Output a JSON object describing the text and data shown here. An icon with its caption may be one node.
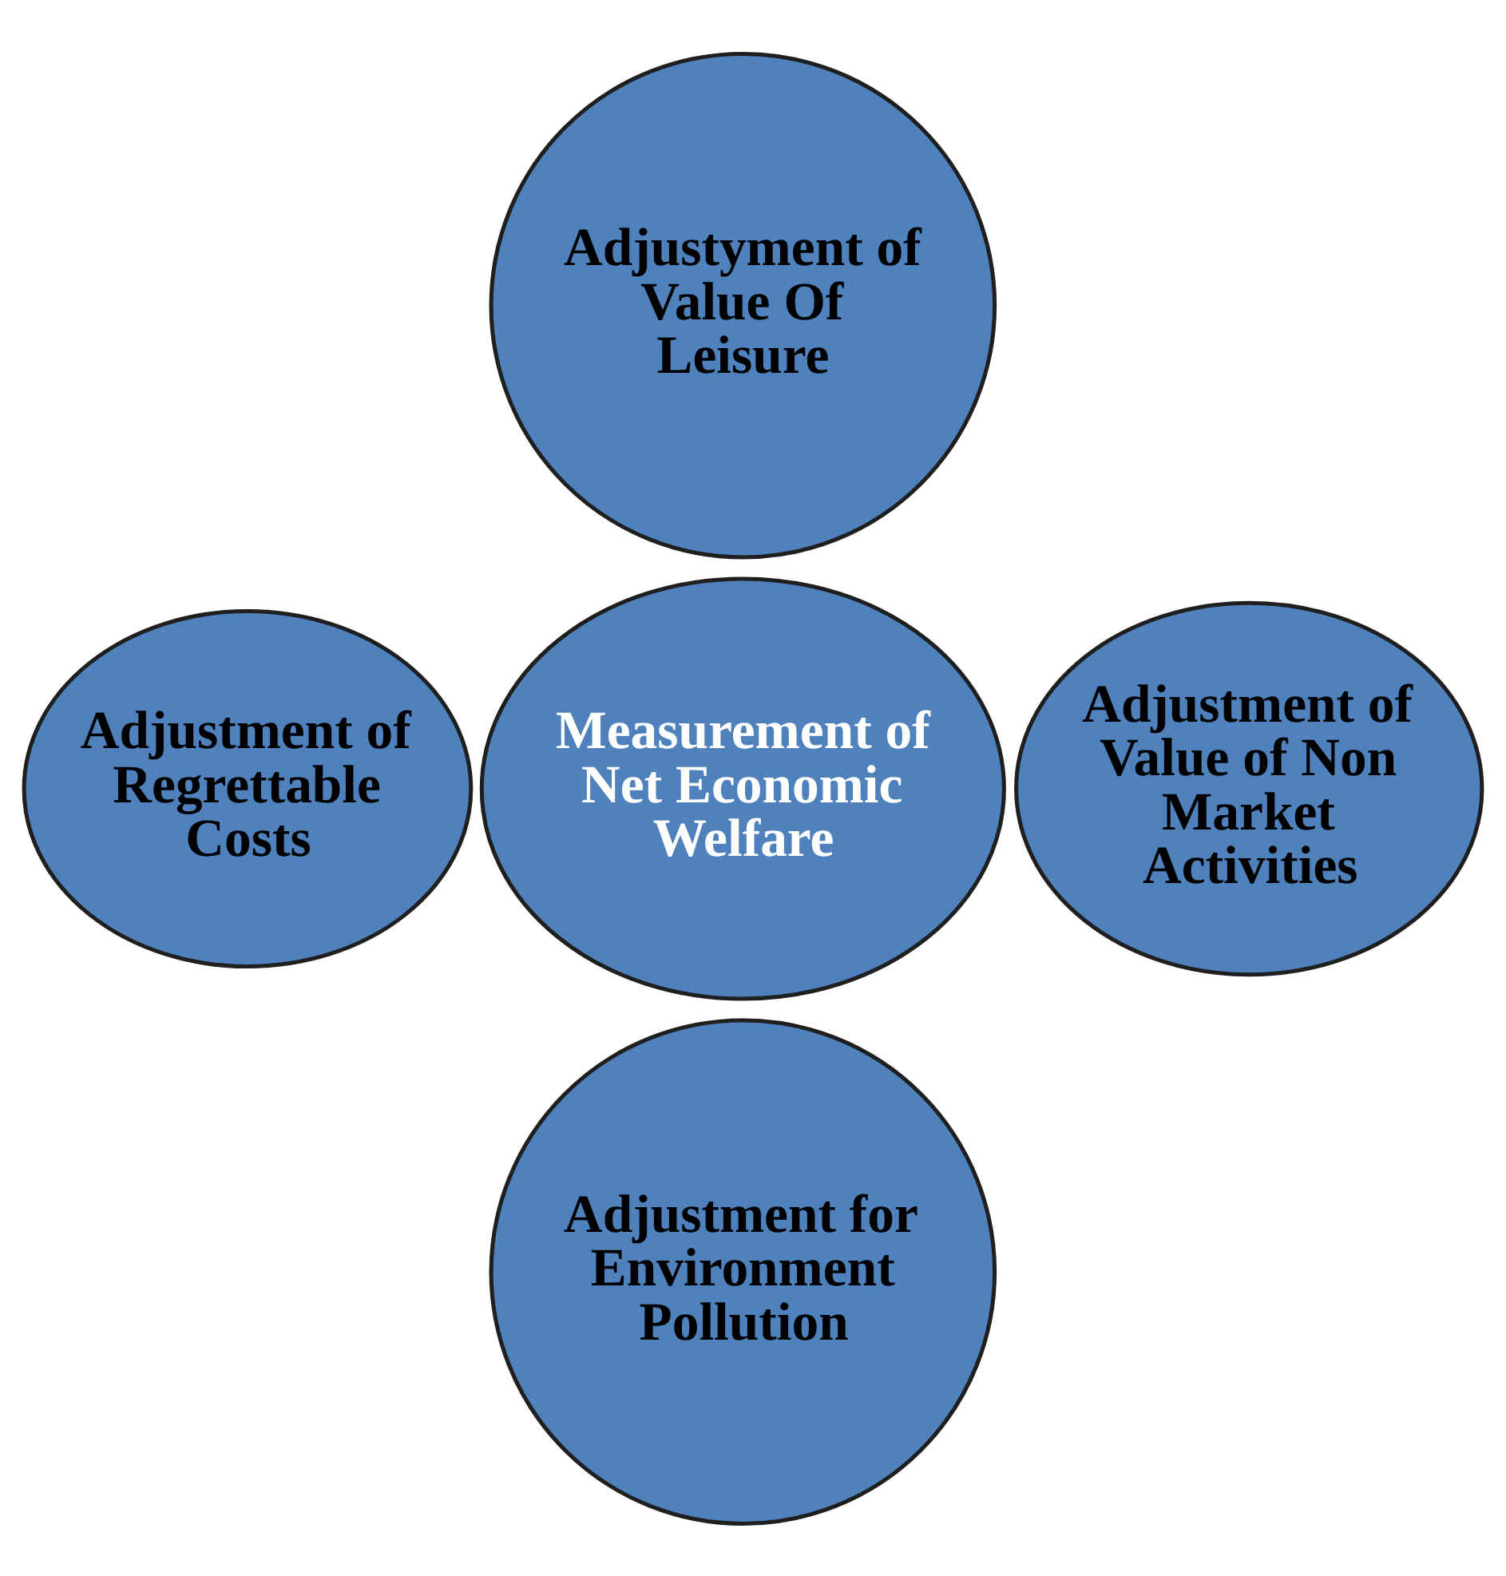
{
  "diagram": {
    "nodes": [
      {
        "text": [
          "Adjustyment of Value Of Leisure"
        ]
      },
      {
        "text": [
          "Adjustment of Regrettable Costs"
        ]
      },
      {
        "text": [
          "Measurement of Net Economic Welfare"
        ]
      },
      {
        "text": [
          "Adjustment of Value of Non Market Activities"
        ]
      },
      {
        "text": [
          "Adjustment for Environment Pollution"
        ]
      }
    ]
  }
}
